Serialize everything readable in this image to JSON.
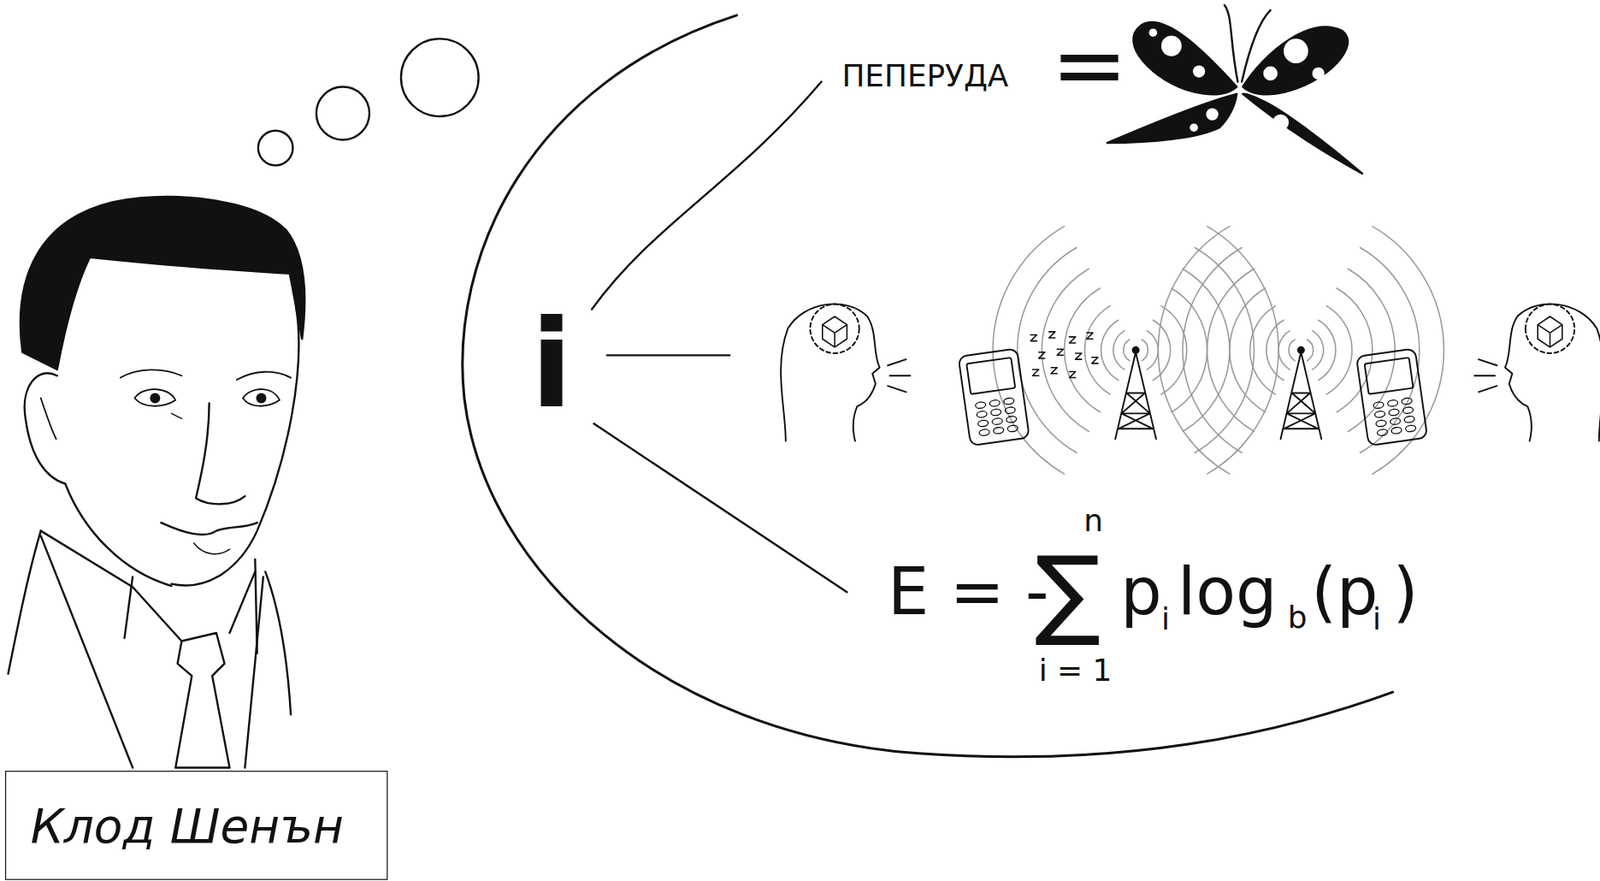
{
  "diagram": {
    "nodes": [
      {
        "text": [
          "Клод Шенън"
        ]
      }
    ],
    "labels": [
      "ПЕПЕРУДА",
      "=",
      "i",
      "E = -",
      "∑",
      "n",
      "i = 1",
      "p",
      "i",
      "log",
      "b",
      "(p",
      "i",
      ")"
    ]
  }
}
